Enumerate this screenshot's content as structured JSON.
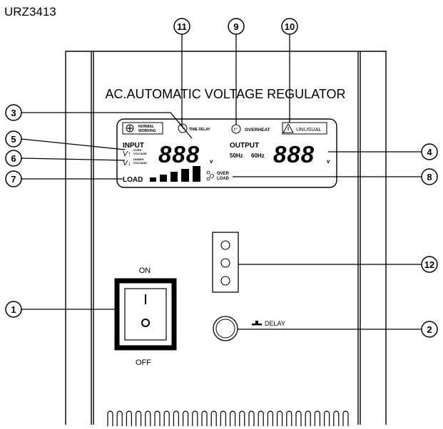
{
  "model": "URZ3413",
  "device_title": "AC.AUTOMATIC  VOLTAGE REGULATOR",
  "display": {
    "normal_working_line1": "NORMAL",
    "normal_working_line2": "WORKING",
    "time_delay": "TIME DELAY",
    "overheat": "OVERHEAT",
    "unusual": "UNUSUAL",
    "input_label": "INPUT",
    "over_voltage_line1": "OVER",
    "over_voltage_line2": "VOLTAGE",
    "under_voltage_line1": "UNDER",
    "under_voltage_line2": "VOLTAGE",
    "input_digits": "888",
    "input_unit": "v",
    "output_label": "OUTPUT",
    "freq_50": "50Hz",
    "freq_60": "60Hz",
    "output_digits": "888",
    "output_unit": "v",
    "load_label": "LOAD",
    "over_load_line1": "OVER",
    "over_load_line2": "LOAD",
    "thermo_symbol": "t°"
  },
  "switch": {
    "on_label": "ON",
    "off_label": "OFF",
    "on_mark": "I",
    "off_mark": "O"
  },
  "delay_label": "DELAY",
  "callouts": [
    "1",
    "2",
    "3",
    "4",
    "5",
    "6",
    "7",
    "8",
    "9",
    "10",
    "11",
    "12"
  ]
}
